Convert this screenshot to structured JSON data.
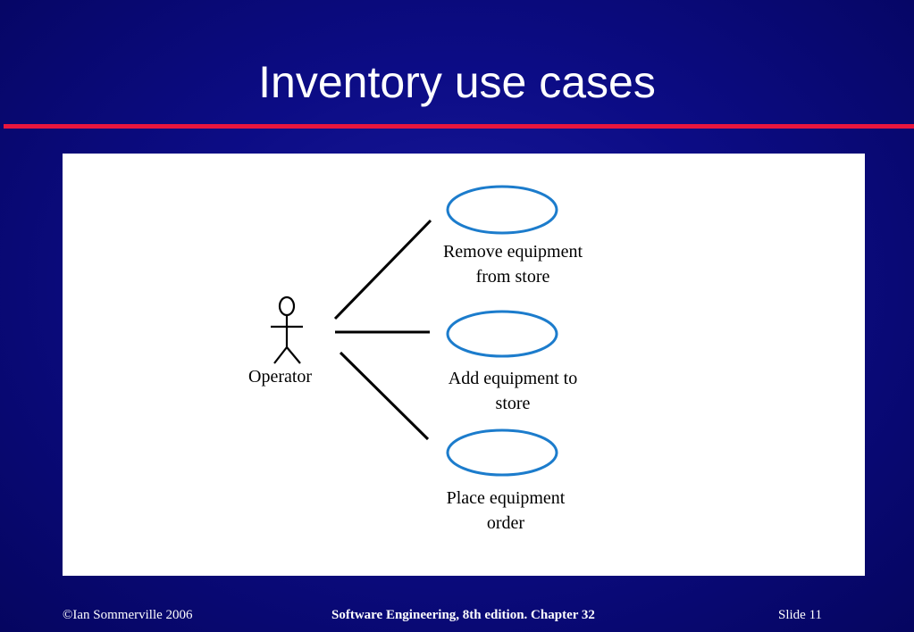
{
  "slide": {
    "title": "Inventory use cases",
    "accent_color": "#e8163e",
    "background_color": "#0c0c85"
  },
  "diagram": {
    "actor": {
      "label": "Operator",
      "icon": "stick-figure-icon"
    },
    "use_cases": [
      {
        "line1": "Remove equipment",
        "line2": "from store"
      },
      {
        "line1": "Add equipment to",
        "line2": "store"
      },
      {
        "line1": "Place equipment",
        "line2": "order"
      }
    ],
    "ellipse_color": "#1c7ccc"
  },
  "footer": {
    "copyright": "©Ian Sommerville 2006",
    "book": "Software Engineering, 8th edition. Chapter 32",
    "slide_label": "Slide  11"
  }
}
